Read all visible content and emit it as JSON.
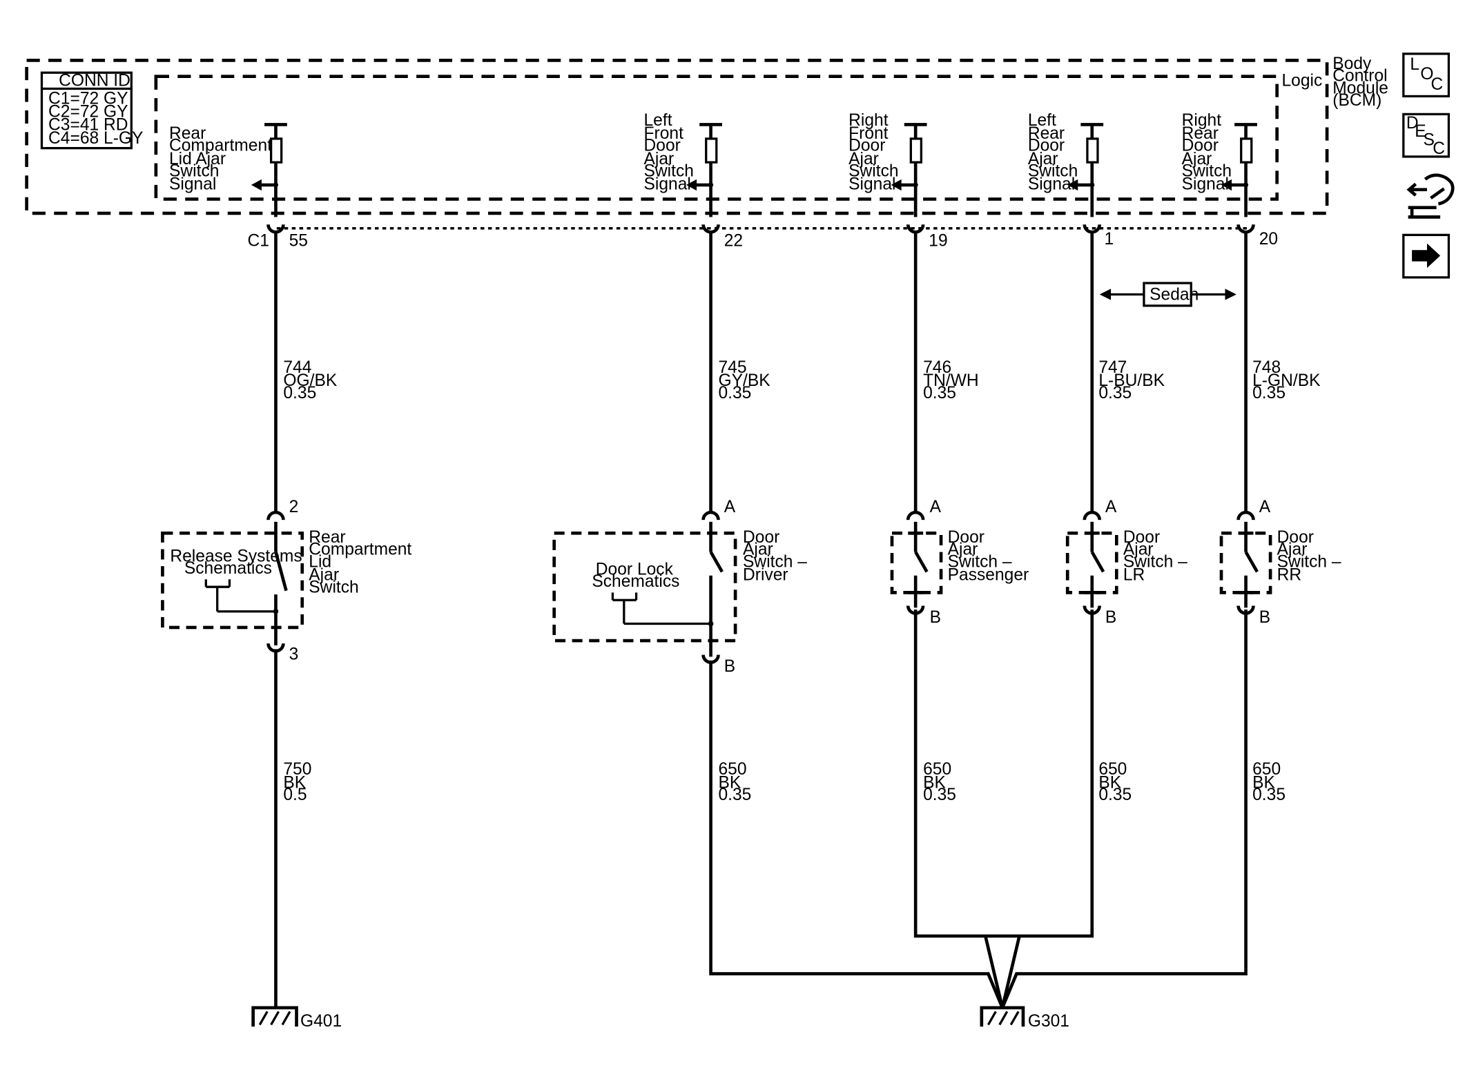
{
  "module": {
    "name_lines": [
      "Body",
      "Control",
      "Module",
      "(BCM)"
    ],
    "logic_label": "Logic"
  },
  "conn_id": {
    "title": "CONN ID",
    "entries": [
      "C1=72 GY",
      "C2=72 GY",
      "C3=41 RD",
      "C4=68 L-GY"
    ]
  },
  "connector_label": "C1",
  "option_label": "Sedan",
  "signals": [
    {
      "lines": [
        "Rear",
        "Compartment",
        "Lid Ajar",
        "Switch",
        "Signal"
      ],
      "pin": "55"
    },
    {
      "lines": [
        "Left",
        "Front",
        "Door",
        "Ajar",
        "Switch",
        "Signal"
      ],
      "pin": "22"
    },
    {
      "lines": [
        "Right",
        "Front",
        "Door",
        "Ajar",
        "Switch",
        "Signal"
      ],
      "pin": "19"
    },
    {
      "lines": [
        "Left",
        "Rear",
        "Door",
        "Ajar",
        "Switch",
        "Signal"
      ],
      "pin": "1"
    },
    {
      "lines": [
        "Right",
        "Rear",
        "Door",
        "Ajar",
        "Switch",
        "Signal"
      ],
      "pin": "20"
    }
  ],
  "upper_wires": [
    {
      "circuit": "744",
      "color": "OG/BK",
      "gauge": "0.35"
    },
    {
      "circuit": "745",
      "color": "GY/BK",
      "gauge": "0.35"
    },
    {
      "circuit": "746",
      "color": "TN/WH",
      "gauge": "0.35"
    },
    {
      "circuit": "747",
      "color": "L-BU/BK",
      "gauge": "0.35"
    },
    {
      "circuit": "748",
      "color": "L-GN/BK",
      "gauge": "0.35"
    }
  ],
  "switches": [
    {
      "top_pin": "2",
      "bottom_pin": "3",
      "name_lines": [
        "Rear",
        "Compartment",
        "Lid",
        "Ajar",
        "Switch"
      ]
    },
    {
      "top_pin": "A",
      "bottom_pin": "B",
      "name_lines": [
        "Door",
        "Ajar",
        "Switch –",
        "Driver"
      ]
    },
    {
      "top_pin": "A",
      "bottom_pin": "B",
      "name_lines": [
        "Door",
        "Ajar",
        "Switch –",
        "Passenger"
      ]
    },
    {
      "top_pin": "A",
      "bottom_pin": "B",
      "name_lines": [
        "Door",
        "Ajar",
        "Switch –",
        "LR"
      ]
    },
    {
      "top_pin": "A",
      "bottom_pin": "B",
      "name_lines": [
        "Door",
        "Ajar",
        "Switch –",
        "RR"
      ]
    }
  ],
  "references": [
    {
      "lines": [
        "Release Systems",
        "Schematics"
      ]
    },
    {
      "lines": [
        "Door Lock",
        "Schematics"
      ]
    }
  ],
  "lower_wires": [
    {
      "circuit": "750",
      "color": "BK",
      "gauge": "0.5"
    },
    {
      "circuit": "650",
      "color": "BK",
      "gauge": "0.35"
    },
    {
      "circuit": "650",
      "color": "BK",
      "gauge": "0.35"
    },
    {
      "circuit": "650",
      "color": "BK",
      "gauge": "0.35"
    },
    {
      "circuit": "650",
      "color": "BK",
      "gauge": "0.35"
    }
  ],
  "grounds": [
    {
      "label": "G401"
    },
    {
      "label": "G301"
    }
  ],
  "sidebar": {
    "loc_letters": [
      "L",
      "O",
      "C"
    ],
    "desc_letters": [
      "D",
      "E",
      "S",
      "C"
    ],
    "items": [
      {
        "icon": "loc-icon"
      },
      {
        "icon": "desc-icon"
      },
      {
        "icon": "connector-hand-icon"
      },
      {
        "icon": "next-arrow-icon"
      }
    ]
  }
}
